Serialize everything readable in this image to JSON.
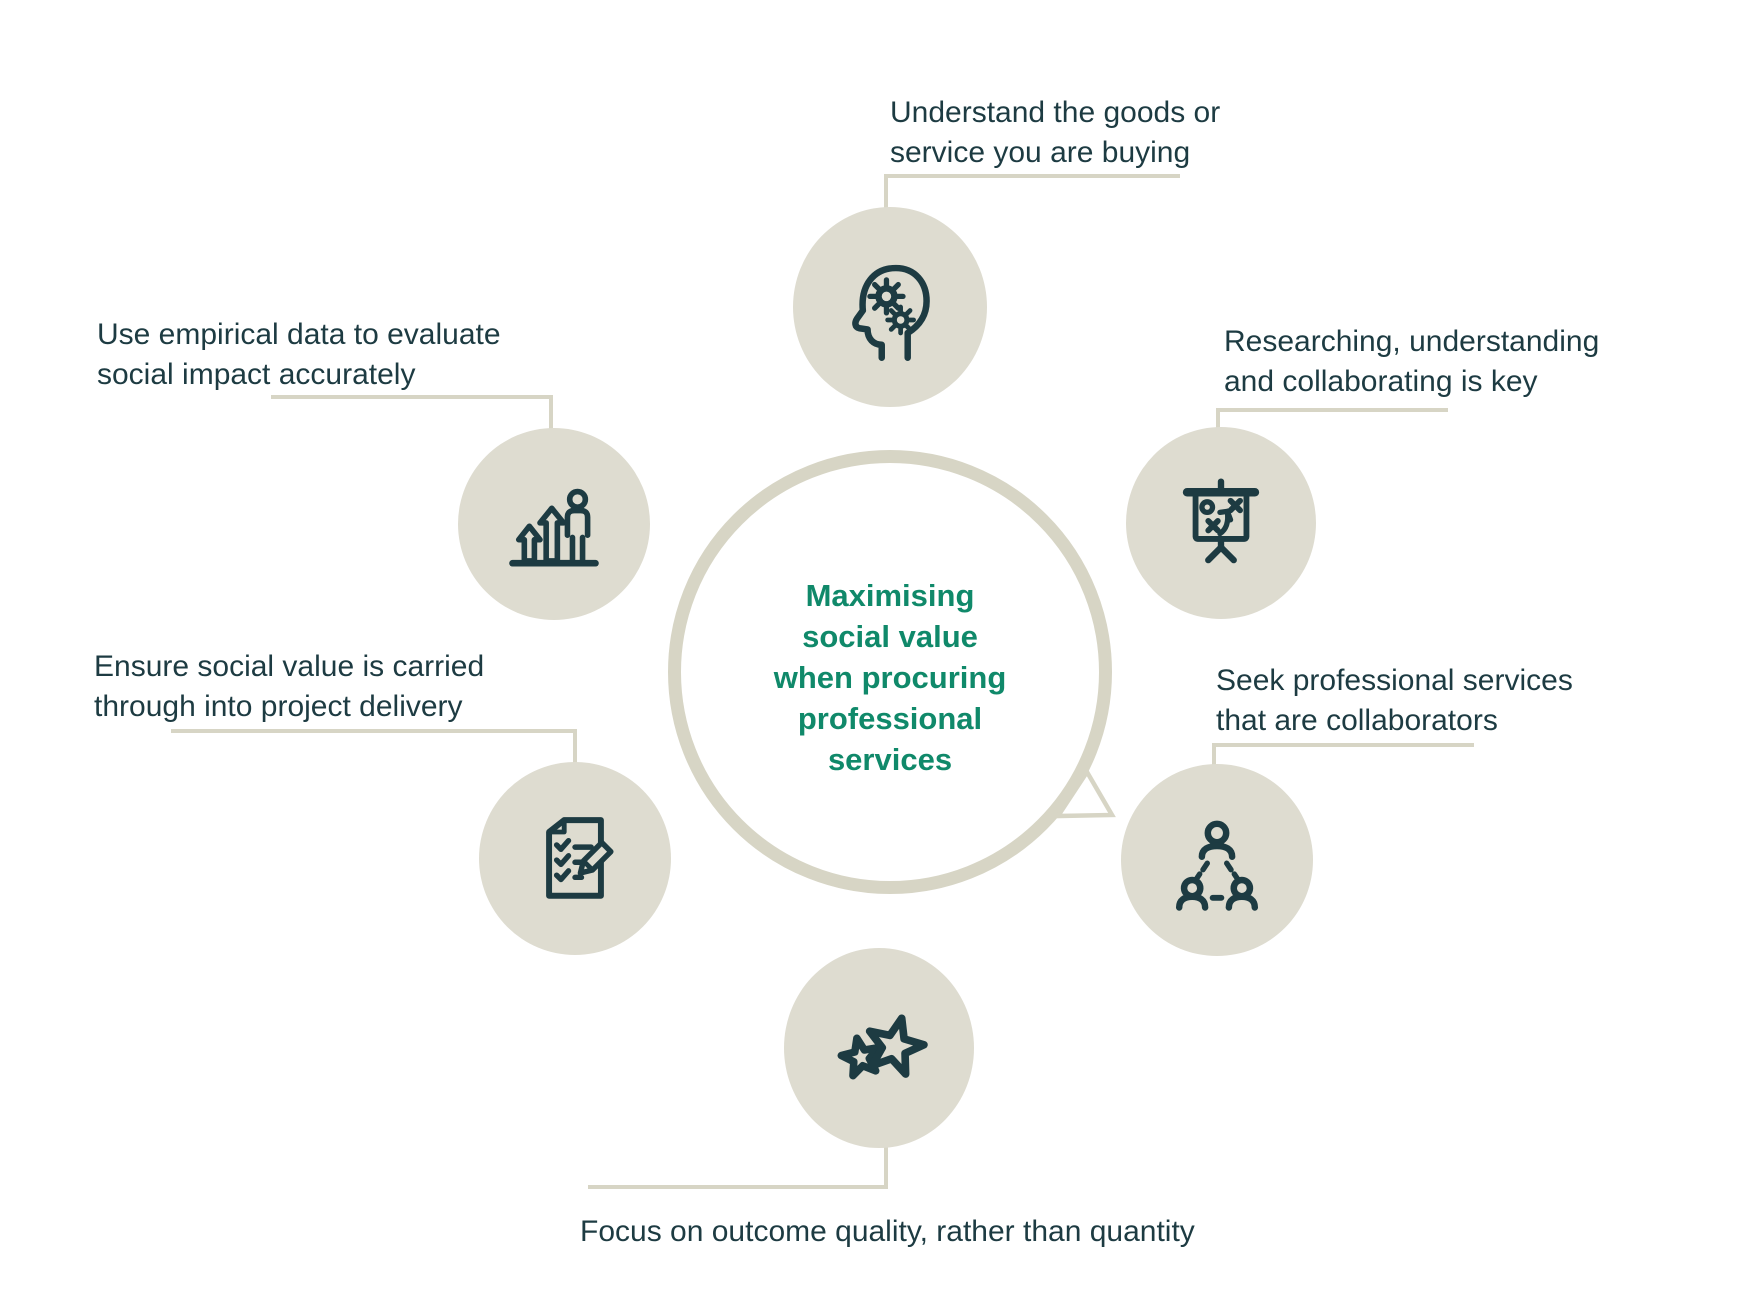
{
  "diagram_title": "Maximising social value when procuring professional services",
  "center_circle": {
    "text": "Maximising\nsocial value\nwhen procuring\nprofessional\nservices"
  },
  "nodes": [
    {
      "id": "understand-goods",
      "position": "top",
      "icon": "head-gears-icon",
      "label": "Understand the goods or\nservice you are buying"
    },
    {
      "id": "researching",
      "position": "upper-right",
      "icon": "strategy-board-icon",
      "label": "Researching, understanding\nand collaborating is key"
    },
    {
      "id": "seek-collaborators",
      "position": "lower-right",
      "icon": "people-network-icon",
      "label": "Seek professional services\nthat are collaborators"
    },
    {
      "id": "outcome-quality",
      "position": "bottom",
      "icon": "two-stars-icon",
      "label": "Focus on outcome quality, rather than quantity"
    },
    {
      "id": "project-delivery",
      "position": "lower-left",
      "icon": "checklist-pencil-icon",
      "label": "Ensure social value is carried\nthrough into project delivery"
    },
    {
      "id": "empirical-data",
      "position": "upper-left",
      "icon": "growth-person-icon",
      "label": "Use empirical data to evaluate\nsocial impact accurately"
    }
  ],
  "colors": {
    "accent_green": "#10896a",
    "dark_teal": "#1d3b42",
    "circle_fill": "#dedcd0",
    "line_beige": "#d7d5c5",
    "background": "#ffffff"
  }
}
